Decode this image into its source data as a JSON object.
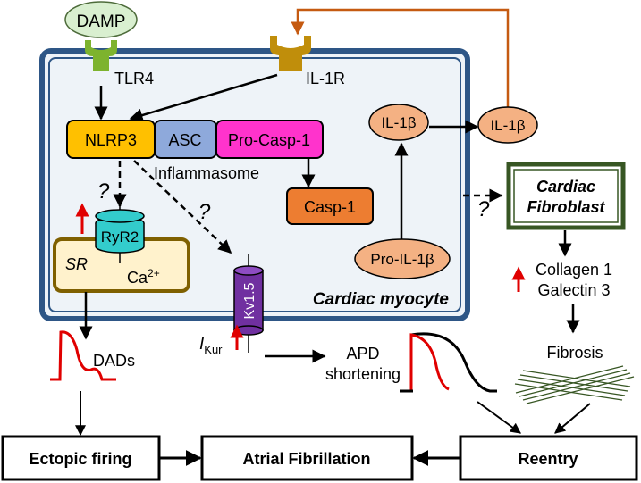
{
  "labels": {
    "damp": "DAMP",
    "tlr4": "TLR4",
    "il1r": "IL-1R",
    "nlrp3": "NLRP3",
    "asc": "ASC",
    "pro_casp1": "Pro-Casp-1",
    "inflammasome": "Inflammasome",
    "casp1": "Casp-1",
    "il1b_inner": "IL-1β",
    "il1b_outer": "IL-1β",
    "pro_il1b": "Pro-IL-1β",
    "cardiac_fibroblast_line1": "Cardiac",
    "cardiac_fibroblast_line2": "Fibroblast",
    "collagen": "Collagen 1",
    "galectin": "Galectin 3",
    "fibrosis": "Fibrosis",
    "ryr2": "RyR2",
    "sr": "SR",
    "ca": "Ca",
    "ca_sup": "2+",
    "kv15": "Kv1.5",
    "cardiac_myocyte": "Cardiac myocyte",
    "dads": "DADs",
    "ikur_i": "I",
    "ikur_sub": "Kur",
    "apd_line1": "APD",
    "apd_line2": "shortening",
    "ectopic_firing": "Ectopic firing",
    "atrial_fibrillation": "Atrial Fibrillation",
    "reentry": "Reentry",
    "q": "?"
  },
  "colors": {
    "cell_border": "#2e5686",
    "cell_fill": "#eef3f8",
    "receptor_green": "#7db32e",
    "receptor_gold": "#c08e0b",
    "nlrp3": "#ffc000",
    "asc": "#8ea9db",
    "pro_casp1": "#ff33cc",
    "casp1": "#ed7d31",
    "il1b": "#f4b183",
    "fibroblast_border": "#375623",
    "sr_fill": "#fff2cc",
    "sr_border": "#7f6000",
    "ryr2": "#33cccc",
    "kv15": "#7030a0",
    "feedback": "#c55a11",
    "trace_red": "#e00000",
    "up_arrow": "#e00000",
    "mesh": "#375623"
  }
}
